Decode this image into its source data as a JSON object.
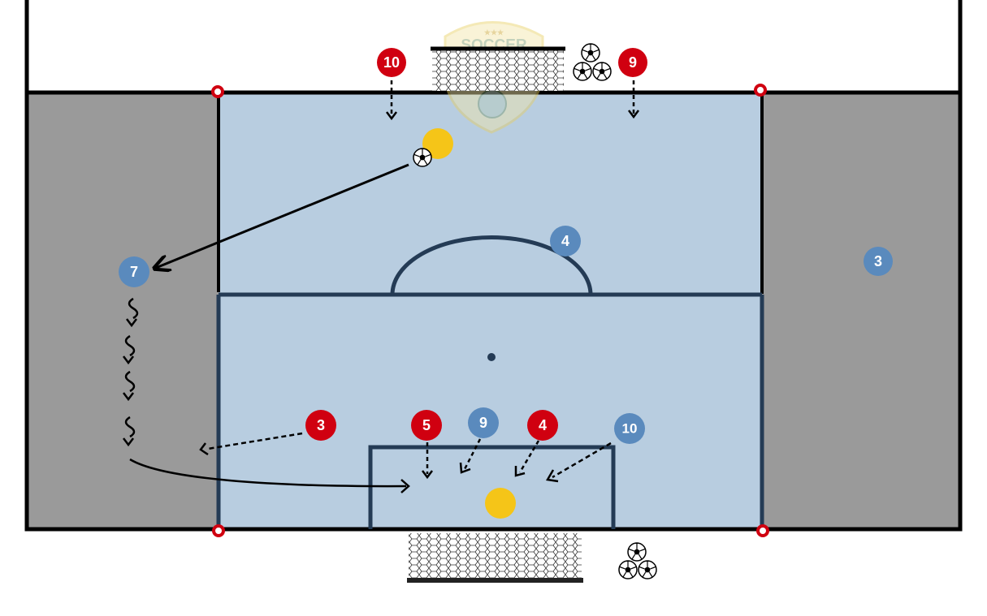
{
  "colors": {
    "field": "#b8cde0",
    "zone": "#9a9a9a",
    "line": "#243b55",
    "red_team": "#d00010",
    "blue_team": "#5a8abd",
    "cone": "#f5c518",
    "marker": "#d00010",
    "ink": "#000000"
  },
  "logo": {
    "text": "SOCCER",
    "icon": "soccer-crest-watermark",
    "stars": "★★★"
  },
  "players": [
    {
      "id": "red-10-top",
      "team": "red",
      "number": "10"
    },
    {
      "id": "red-9-top",
      "team": "red",
      "number": "9"
    },
    {
      "id": "blue-4",
      "team": "blue",
      "number": "4"
    },
    {
      "id": "blue-3",
      "team": "blue",
      "number": "3"
    },
    {
      "id": "blue-7",
      "team": "blue",
      "number": "7"
    },
    {
      "id": "red-3",
      "team": "red",
      "number": "3"
    },
    {
      "id": "red-5",
      "team": "red",
      "number": "5"
    },
    {
      "id": "blue-9",
      "team": "blue",
      "number": "9"
    },
    {
      "id": "red-4",
      "team": "red",
      "number": "4"
    },
    {
      "id": "blue-10",
      "team": "blue",
      "number": "10"
    }
  ],
  "icons": {
    "ball": "soccer-ball-icon",
    "cone": "yellow-disc-cone",
    "goal": "goal-net",
    "corner_marker": "red-ring-marker"
  }
}
